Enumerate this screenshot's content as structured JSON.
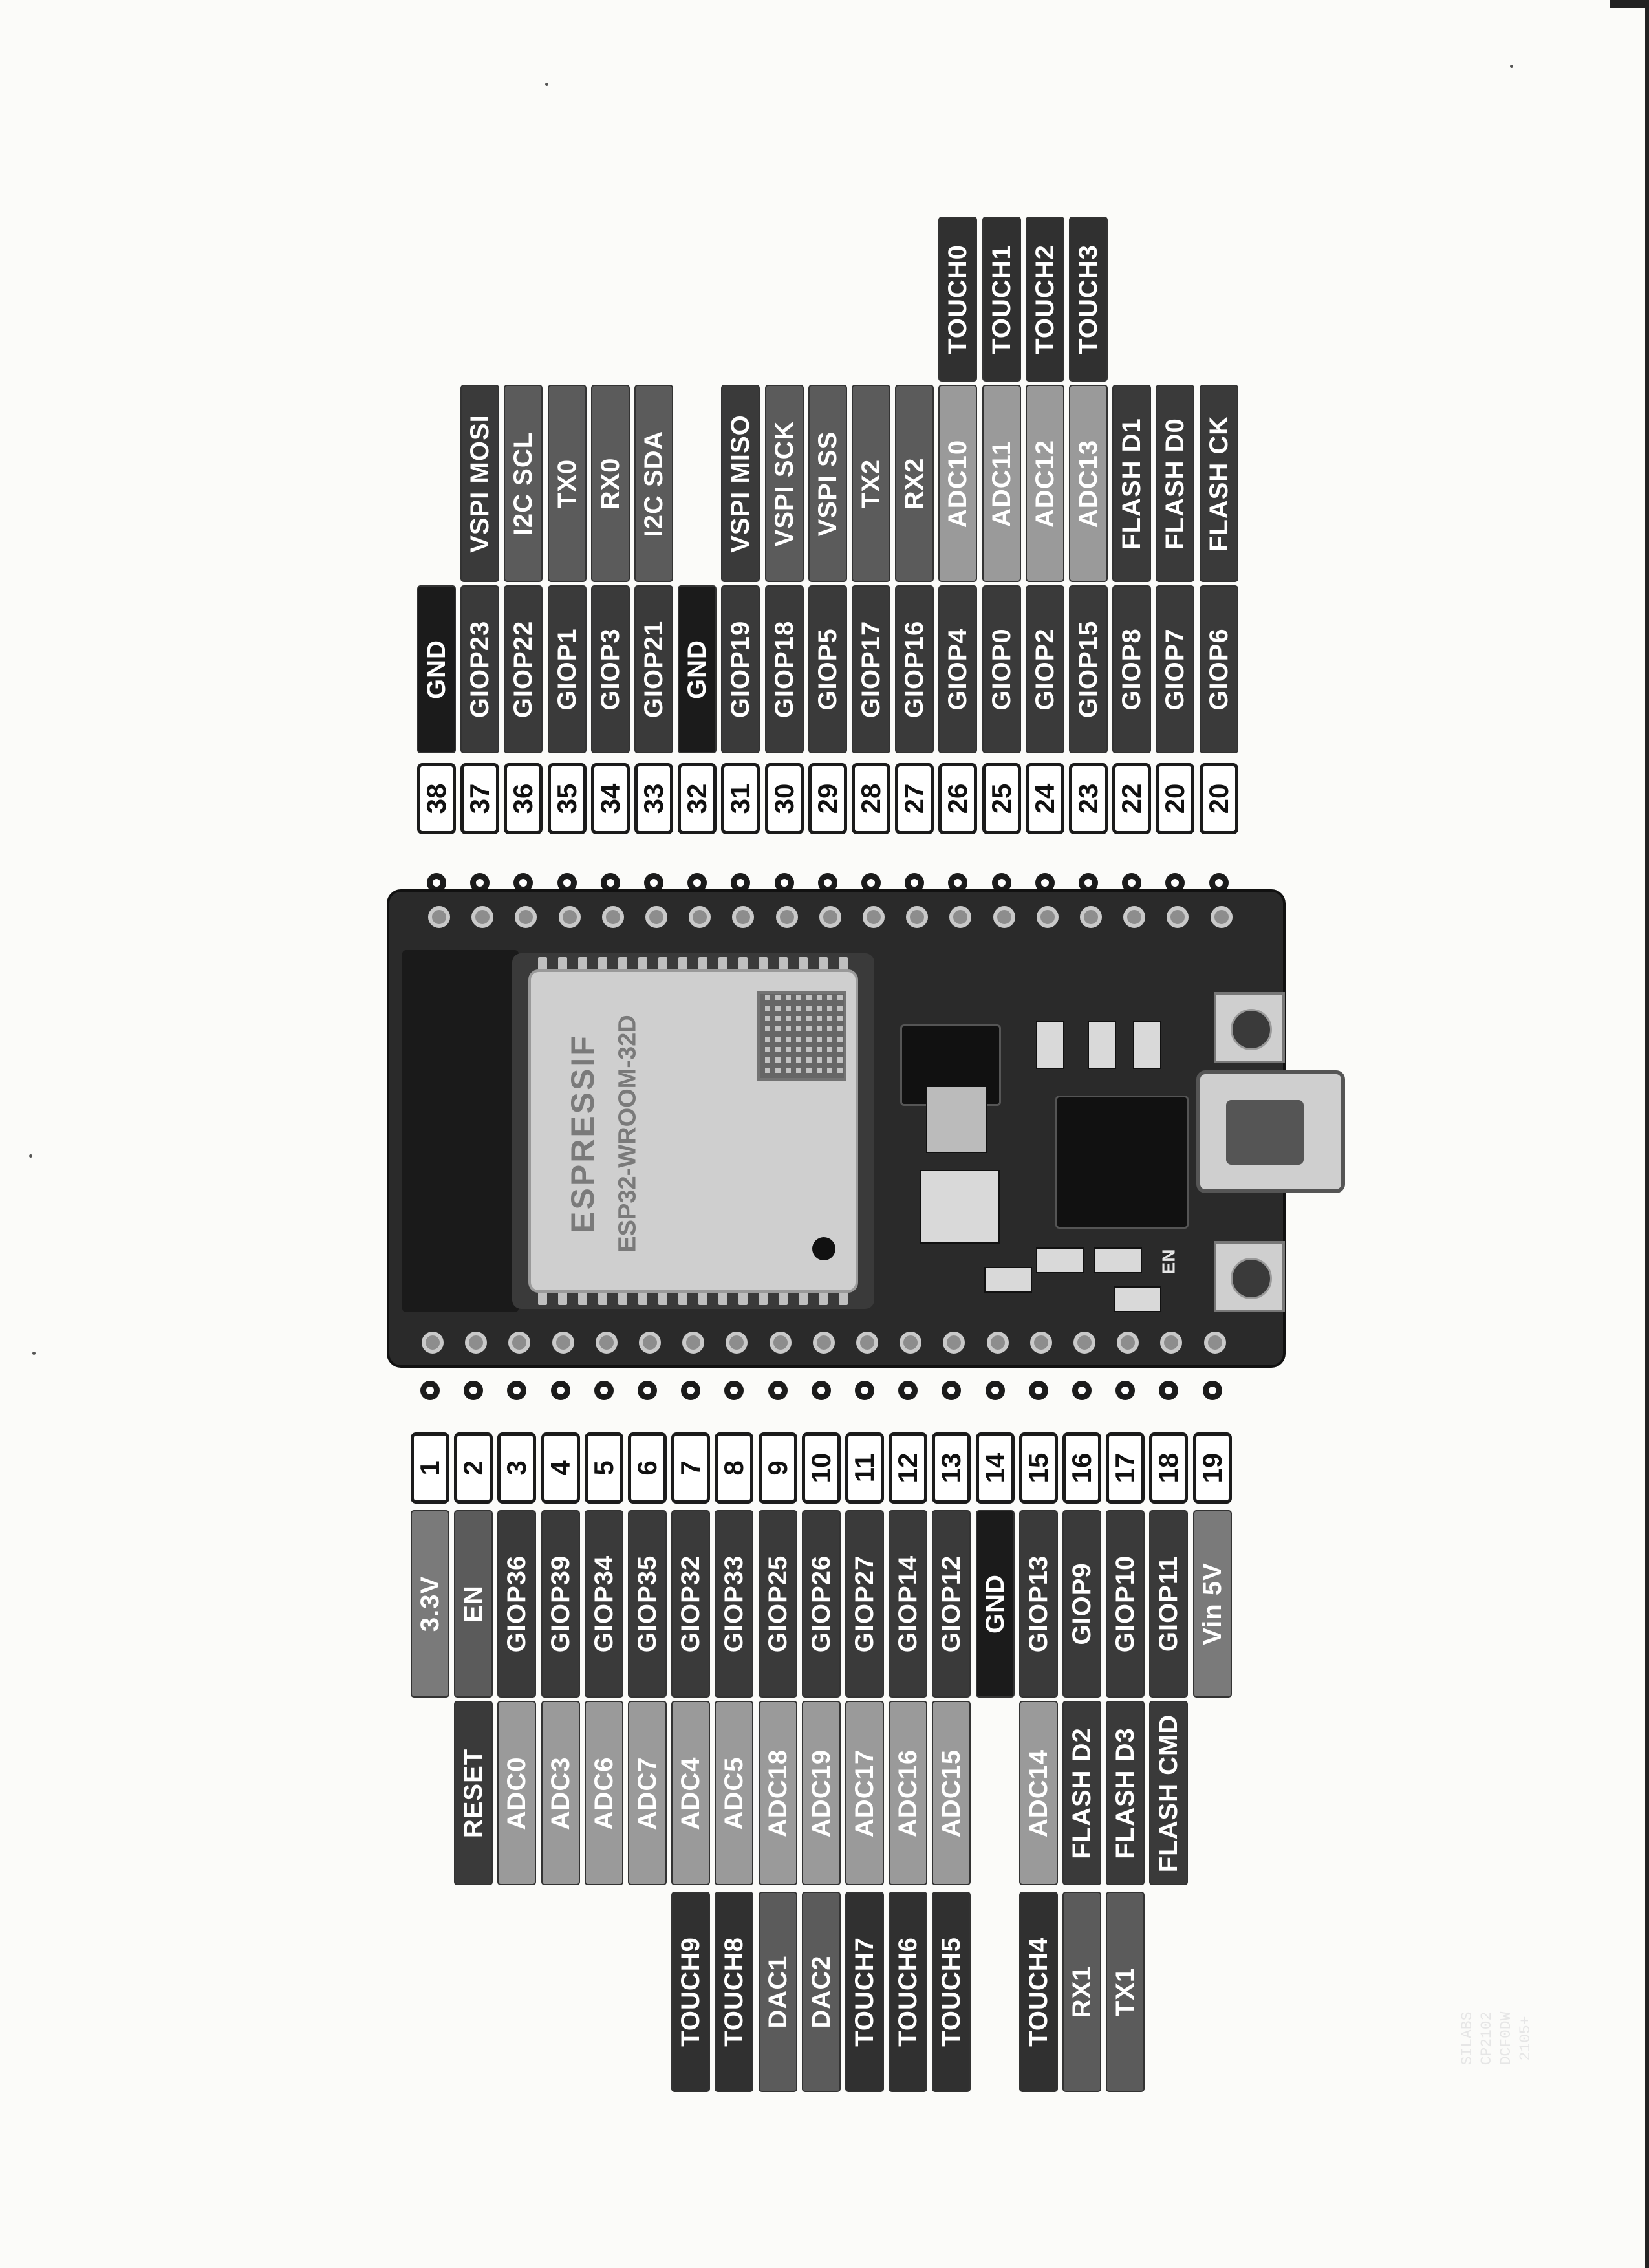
{
  "colors": {
    "ground": "#1b1b1b",
    "power": "#7a7a7a",
    "gpio": "#3a3a3a",
    "analog": "#9a9a9a",
    "alt": "#5b5b5b",
    "touch": "#303030"
  },
  "top_pins": [
    {
      "num": "38",
      "labels": [
        {
          "text": "GND",
          "kind": "ground"
        }
      ]
    },
    {
      "num": "37",
      "labels": [
        {
          "text": "GIOP23",
          "kind": "gpio"
        },
        {
          "text": "VSPI MOSI",
          "kind": "gpio"
        }
      ]
    },
    {
      "num": "36",
      "labels": [
        {
          "text": "GIOP22",
          "kind": "gpio"
        },
        {
          "text": "I2C SCL",
          "kind": "alt"
        }
      ]
    },
    {
      "num": "35",
      "labels": [
        {
          "text": "GIOP1",
          "kind": "gpio"
        },
        {
          "text": "TX0",
          "kind": "alt"
        }
      ]
    },
    {
      "num": "34",
      "labels": [
        {
          "text": "GIOP3",
          "kind": "gpio"
        },
        {
          "text": "RX0",
          "kind": "alt"
        }
      ]
    },
    {
      "num": "33",
      "labels": [
        {
          "text": "GIOP21",
          "kind": "gpio"
        },
        {
          "text": "I2C SDA",
          "kind": "alt"
        }
      ]
    },
    {
      "num": "32",
      "labels": [
        {
          "text": "GND",
          "kind": "ground"
        }
      ]
    },
    {
      "num": "31",
      "labels": [
        {
          "text": "GIOP19",
          "kind": "gpio"
        },
        {
          "text": "VSPI MISO",
          "kind": "gpio"
        }
      ]
    },
    {
      "num": "30",
      "labels": [
        {
          "text": "GIOP18",
          "kind": "gpio"
        },
        {
          "text": "VSPI SCK",
          "kind": "alt"
        }
      ]
    },
    {
      "num": "29",
      "labels": [
        {
          "text": "GIOP5",
          "kind": "gpio"
        },
        {
          "text": "VSPI SS",
          "kind": "alt"
        }
      ]
    },
    {
      "num": "28",
      "labels": [
        {
          "text": "GIOP17",
          "kind": "gpio"
        },
        {
          "text": "TX2",
          "kind": "alt"
        }
      ]
    },
    {
      "num": "27",
      "labels": [
        {
          "text": "GIOP16",
          "kind": "gpio"
        },
        {
          "text": "RX2",
          "kind": "alt"
        }
      ]
    },
    {
      "num": "26",
      "labels": [
        {
          "text": "GIOP4",
          "kind": "gpio"
        },
        {
          "text": "ADC10",
          "kind": "analog"
        },
        {
          "text": "TOUCH0",
          "kind": "touch"
        }
      ]
    },
    {
      "num": "25",
      "labels": [
        {
          "text": "GIOP0",
          "kind": "gpio"
        },
        {
          "text": "ADC11",
          "kind": "analog"
        },
        {
          "text": "TOUCH1",
          "kind": "touch"
        }
      ]
    },
    {
      "num": "24",
      "labels": [
        {
          "text": "GIOP2",
          "kind": "gpio"
        },
        {
          "text": "ADC12",
          "kind": "analog"
        },
        {
          "text": "TOUCH2",
          "kind": "touch"
        }
      ]
    },
    {
      "num": "23",
      "labels": [
        {
          "text": "GIOP15",
          "kind": "gpio"
        },
        {
          "text": "ADC13",
          "kind": "analog"
        },
        {
          "text": "TOUCH3",
          "kind": "touch"
        }
      ]
    },
    {
      "num": "22",
      "labels": [
        {
          "text": "GIOP8",
          "kind": "gpio"
        },
        {
          "text": "FLASH D1",
          "kind": "gpio"
        }
      ]
    },
    {
      "num": "20",
      "labels": [
        {
          "text": "GIOP7",
          "kind": "gpio"
        },
        {
          "text": "FLASH D0",
          "kind": "gpio"
        }
      ]
    },
    {
      "num": "20",
      "labels": [
        {
          "text": "GIOP6",
          "kind": "gpio"
        },
        {
          "text": "FLASH CK",
          "kind": "gpio"
        }
      ]
    }
  ],
  "bottom_pins": [
    {
      "num": "1",
      "labels": [
        {
          "text": "3.3V",
          "kind": "power"
        }
      ]
    },
    {
      "num": "2",
      "labels": [
        {
          "text": "EN",
          "kind": "alt"
        },
        {
          "text": "RESET",
          "kind": "gpio"
        }
      ]
    },
    {
      "num": "3",
      "labels": [
        {
          "text": "GIOP36",
          "kind": "gpio"
        },
        {
          "text": "ADC0",
          "kind": "analog"
        }
      ]
    },
    {
      "num": "4",
      "labels": [
        {
          "text": "GIOP39",
          "kind": "gpio"
        },
        {
          "text": "ADC3",
          "kind": "analog"
        }
      ]
    },
    {
      "num": "5",
      "labels": [
        {
          "text": "GIOP34",
          "kind": "gpio"
        },
        {
          "text": "ADC6",
          "kind": "analog"
        }
      ]
    },
    {
      "num": "6",
      "labels": [
        {
          "text": "GIOP35",
          "kind": "gpio"
        },
        {
          "text": "ADC7",
          "kind": "analog"
        }
      ]
    },
    {
      "num": "7",
      "labels": [
        {
          "text": "GIOP32",
          "kind": "gpio"
        },
        {
          "text": "ADC4",
          "kind": "analog"
        },
        {
          "text": "TOUCH9",
          "kind": "touch"
        }
      ]
    },
    {
      "num": "8",
      "labels": [
        {
          "text": "GIOP33",
          "kind": "gpio"
        },
        {
          "text": "ADC5",
          "kind": "analog"
        },
        {
          "text": "TOUCH8",
          "kind": "touch"
        }
      ]
    },
    {
      "num": "9",
      "labels": [
        {
          "text": "GIOP25",
          "kind": "gpio"
        },
        {
          "text": "ADC18",
          "kind": "analog"
        },
        {
          "text": "DAC1",
          "kind": "alt"
        }
      ]
    },
    {
      "num": "10",
      "labels": [
        {
          "text": "GIOP26",
          "kind": "gpio"
        },
        {
          "text": "ADC19",
          "kind": "analog"
        },
        {
          "text": "DAC2",
          "kind": "alt"
        }
      ]
    },
    {
      "num": "11",
      "labels": [
        {
          "text": "GIOP27",
          "kind": "gpio"
        },
        {
          "text": "ADC17",
          "kind": "analog"
        },
        {
          "text": "TOUCH7",
          "kind": "touch"
        }
      ]
    },
    {
      "num": "12",
      "labels": [
        {
          "text": "GIOP14",
          "kind": "gpio"
        },
        {
          "text": "ADC16",
          "kind": "analog"
        },
        {
          "text": "TOUCH6",
          "kind": "touch"
        }
      ]
    },
    {
      "num": "13",
      "labels": [
        {
          "text": "GIOP12",
          "kind": "gpio"
        },
        {
          "text": "ADC15",
          "kind": "analog"
        },
        {
          "text": "TOUCH5",
          "kind": "touch"
        }
      ]
    },
    {
      "num": "14",
      "labels": [
        {
          "text": "GND",
          "kind": "ground"
        }
      ]
    },
    {
      "num": "15",
      "labels": [
        {
          "text": "GIOP13",
          "kind": "gpio"
        },
        {
          "text": "ADC14",
          "kind": "analog"
        },
        {
          "text": "TOUCH4",
          "kind": "touch"
        }
      ]
    },
    {
      "num": "16",
      "labels": [
        {
          "text": "GIOP9",
          "kind": "gpio"
        },
        {
          "text": "FLASH D2",
          "kind": "gpio"
        },
        {
          "text": "RX1",
          "kind": "alt"
        }
      ]
    },
    {
      "num": "17",
      "labels": [
        {
          "text": "GIOP10",
          "kind": "gpio"
        },
        {
          "text": "FLASH D3",
          "kind": "gpio"
        },
        {
          "text": "TX1",
          "kind": "alt"
        }
      ]
    },
    {
      "num": "18",
      "labels": [
        {
          "text": "GIOP11",
          "kind": "gpio"
        },
        {
          "text": "FLASH CMD",
          "kind": "gpio"
        }
      ]
    },
    {
      "num": "19",
      "labels": [
        {
          "text": "Vin 5V",
          "kind": "power"
        }
      ]
    }
  ],
  "board": {
    "module_brand": "ESPRESSIF",
    "module_model": "ESP32-WROOM-32D",
    "uart_chip_text": [
      "SILABS",
      "CP2102",
      "DCF0DW",
      "2105+"
    ],
    "en_silk": "EN"
  }
}
